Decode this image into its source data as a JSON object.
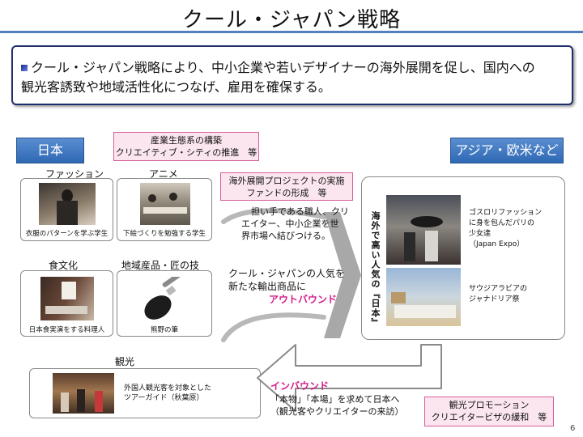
{
  "title": "クール・ジャパン戦略",
  "summary": {
    "line1": "クール・ジャパン戦略により、中小企業や若いデザイナーの海外展開を促し、国内への",
    "line2": "観光客誘致や地域活性化につなげ、雇用を確保する。"
  },
  "labels": {
    "japan": "日本",
    "overseas": "アジア・欧米など"
  },
  "ecosystem": {
    "line1": "産業生態系の構築",
    "line2": "クリエイティブ・シティの推進　等"
  },
  "project": {
    "line1": "海外展開プロジェクトの実施",
    "line2": "ファンドの形成　等"
  },
  "categories": {
    "fashion": {
      "heading": "ファッション",
      "caption": "衣服のパターンを学ぶ学生"
    },
    "anime": {
      "heading": "アニメ",
      "caption": "下絵づくりを勉強する学生"
    },
    "food": {
      "heading": "食文化",
      "caption": "日本食実演をする料理人"
    },
    "craft": {
      "heading": "地域産品・匠の技",
      "caption": "熊野の筆"
    },
    "tourism": {
      "heading": "観光",
      "caption_line1": "外国人観光客を対象とした",
      "caption_line2": "ツアーガイド（秋葉原）"
    }
  },
  "flow": {
    "craftsmen_line1": "担い手である職人、クリ",
    "craftsmen_line2": "エイター、中小企業を世",
    "craftsmen_line3": "界市場へ結びつける。",
    "export_line1": "クール・ジャパンの人気を",
    "export_line2": "新たな輸出商品に",
    "outbound": "アウトバウンド",
    "inbound": "インバウンド",
    "inbound_line1": "「本物」「本場」を求めて日本へ",
    "inbound_line2": "（観光客やクリエイターの来訪）"
  },
  "overseas_panel": {
    "vertical": "海外で高い人気の『日本』",
    "caption1_line1": "ゴスロリファッション",
    "caption1_line2": "に身を包んだパリの",
    "caption1_line3": "少女達",
    "caption1_line4": "（Japan Expo）",
    "caption2_line1": "サウジアラビアの",
    "caption2_line2": "ジャナドリア祭"
  },
  "promotion": {
    "line1": "観光プロモーション",
    "line2": "クリエイタービザの緩和　等"
  },
  "page_number": "6",
  "colors": {
    "accent_pink": "#d41c8a",
    "region_blue": "#3a74c0",
    "title_rule": "#4f81bd"
  }
}
